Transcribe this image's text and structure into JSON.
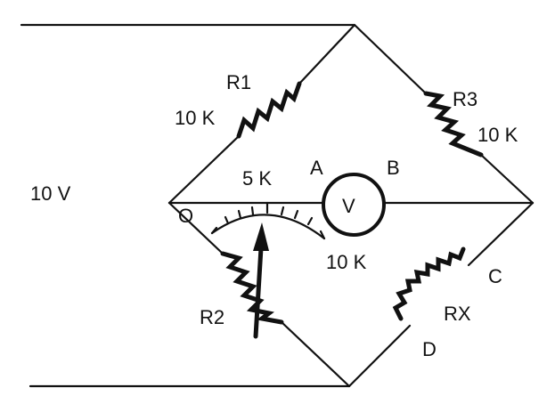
{
  "diagram": {
    "supply": {
      "label": "10 V"
    },
    "r1": {
      "name": "R1",
      "value": "10 K"
    },
    "r3": {
      "name": "R3",
      "value": "10 K"
    },
    "r2": {
      "name": "R2",
      "value": "10 K"
    },
    "rx": {
      "name": "RX"
    },
    "scale": {
      "value": "5 K",
      "zero": "O"
    },
    "meter": {
      "symbol": "V"
    },
    "nodes": {
      "a": "A",
      "b": "B",
      "c": "C",
      "d": "D"
    },
    "colors": {
      "ink": "#111111",
      "background": "#ffffff"
    }
  }
}
